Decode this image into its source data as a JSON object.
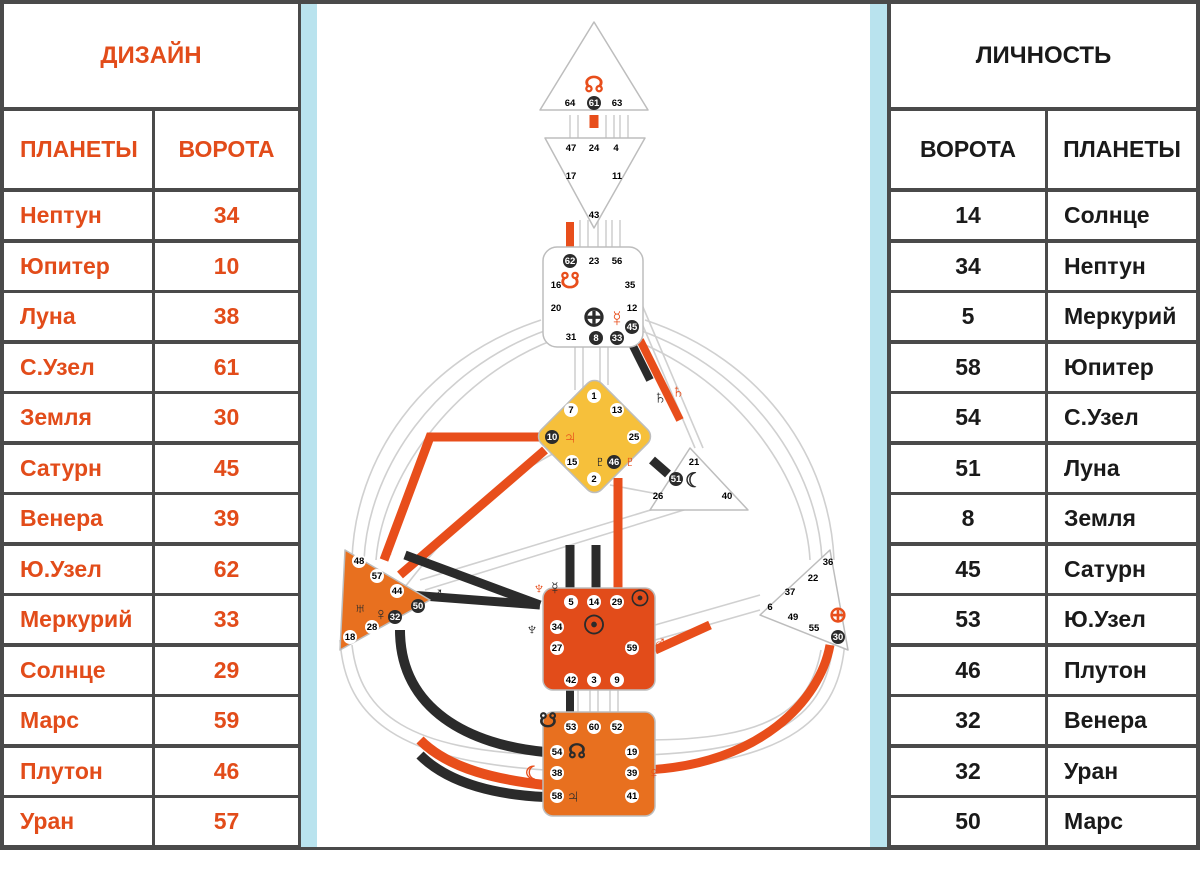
{
  "design": {
    "title": "ДИЗАЙН",
    "col_planets": "ПЛАНЕТЫ",
    "col_gates": "ВОРОТА",
    "rows": [
      {
        "planet": "Нептун",
        "gate": "34"
      },
      {
        "planet": "Юпитер",
        "gate": "10"
      },
      {
        "planet": "Луна",
        "gate": "38"
      },
      {
        "planet": "С.Узел",
        "gate": "61"
      },
      {
        "planet": "Земля",
        "gate": "30"
      },
      {
        "planet": "Сатурн",
        "gate": "45"
      },
      {
        "planet": "Венера",
        "gate": "39"
      },
      {
        "planet": "Ю.Узел",
        "gate": "62"
      },
      {
        "planet": "Меркурий",
        "gate": "33"
      },
      {
        "planet": "Солнце",
        "gate": "29"
      },
      {
        "planet": "Марс",
        "gate": "59"
      },
      {
        "planet": "Плутон",
        "gate": "46"
      },
      {
        "planet": "Уран",
        "gate": "57"
      }
    ]
  },
  "personality": {
    "title": "ЛИЧНОСТЬ",
    "col_gates": "ВОРОТА",
    "col_planets": "ПЛАНЕТЫ",
    "rows": [
      {
        "gate": "14",
        "planet": "Солнце"
      },
      {
        "gate": "34",
        "planet": "Нептун"
      },
      {
        "gate": "5",
        "planet": "Меркурий"
      },
      {
        "gate": "58",
        "planet": "Юпитер"
      },
      {
        "gate": "54",
        "planet": "С.Узел"
      },
      {
        "gate": "51",
        "planet": "Луна"
      },
      {
        "gate": "8",
        "planet": "Земля"
      },
      {
        "gate": "45",
        "planet": "Сатурн"
      },
      {
        "gate": "53",
        "planet": "Ю.Узел"
      },
      {
        "gate": "46",
        "planet": "Плутон"
      },
      {
        "gate": "32",
        "planet": "Венера"
      },
      {
        "gate": "32",
        "planet": "Уран"
      },
      {
        "gate": "50",
        "planet": "Марс"
      }
    ]
  },
  "bodygraph": {
    "colors": {
      "design": "#e84e1b",
      "personality": "#2b2b2b",
      "defined_yellow": "#f6c03b",
      "defined_orange": "#e8701f",
      "defined_red": "#e24c1a",
      "undefined": "#ffffff",
      "channel_open": "#e8e8e8"
    },
    "symbols": {
      "sun": "☉",
      "earth": "⊕",
      "moon": "☾",
      "mercury": "☿",
      "venus": "♀",
      "mars": "♂",
      "jupiter": "♃",
      "saturn": "♄",
      "uranus": "♅",
      "neptune": "♆",
      "pluto": "♇",
      "north_node": "☊",
      "south_node": "☋"
    },
    "centers": {
      "head": [
        "64",
        "61",
        "63"
      ],
      "ajna": [
        "47",
        "24",
        "4",
        "17",
        "11",
        "43"
      ],
      "throat": [
        "62",
        "23",
        "56",
        "16",
        "35",
        "20",
        "12",
        "31",
        "8",
        "33",
        "45"
      ],
      "g": [
        "1",
        "7",
        "13",
        "10",
        "25",
        "15",
        "46",
        "2"
      ],
      "heart": [
        "21",
        "51",
        "26",
        "40"
      ],
      "spleen": [
        "48",
        "57",
        "44",
        "50",
        "32",
        "28",
        "18"
      ],
      "sacral": [
        "5",
        "14",
        "29",
        "34",
        "27",
        "59",
        "42",
        "3",
        "9"
      ],
      "solar": [
        "36",
        "22",
        "37",
        "6",
        "49",
        "55",
        "30"
      ],
      "root": [
        "53",
        "60",
        "52",
        "54",
        "19",
        "38",
        "39",
        "58",
        "41"
      ]
    }
  }
}
